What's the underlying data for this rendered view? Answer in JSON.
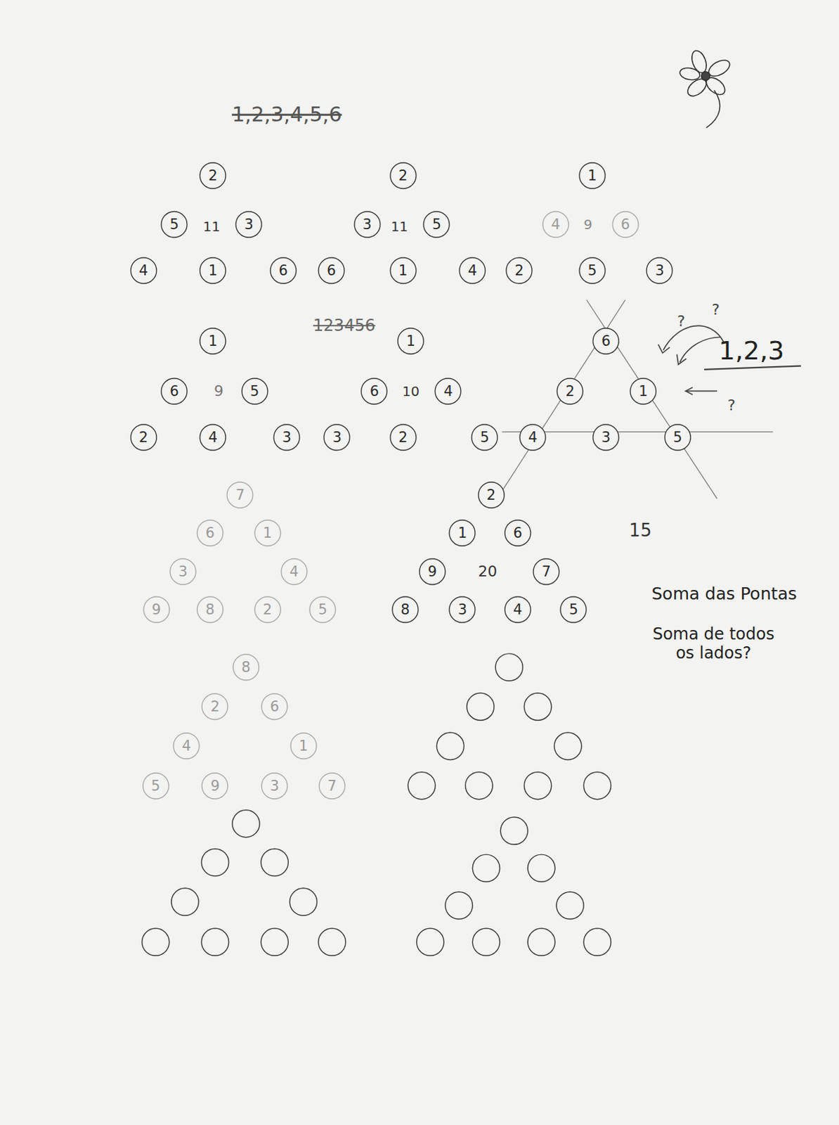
{
  "diagram": {
    "nodes": [
      {
        "text": [
          "2"
        ]
      },
      {
        "text": [
          "5"
        ]
      },
      {
        "text": [
          "3"
        ]
      },
      {
        "text": [
          "4"
        ]
      },
      {
        "text": [
          "1"
        ]
      },
      {
        "text": [
          "6"
        ]
      },
      {
        "text": [
          "2"
        ]
      },
      {
        "text": [
          "3"
        ]
      },
      {
        "text": [
          "5"
        ]
      },
      {
        "text": [
          "6"
        ]
      },
      {
        "text": [
          "1"
        ]
      },
      {
        "text": [
          "4"
        ]
      },
      {
        "text": [
          "1"
        ]
      },
      {
        "text": [
          "4"
        ]
      },
      {
        "text": [
          "6"
        ]
      },
      {
        "text": [
          "2"
        ]
      },
      {
        "text": [
          "5"
        ]
      },
      {
        "text": [
          "3"
        ]
      },
      {
        "text": [
          "1"
        ]
      },
      {
        "text": [
          "6"
        ]
      },
      {
        "text": [
          "5"
        ]
      },
      {
        "text": [
          "2"
        ]
      },
      {
        "text": [
          "4"
        ]
      },
      {
        "text": [
          "3"
        ]
      },
      {
        "text": [
          "1"
        ]
      },
      {
        "text": [
          "6"
        ]
      },
      {
        "text": [
          "4"
        ]
      },
      {
        "text": [
          "3"
        ]
      },
      {
        "text": [
          "2"
        ]
      },
      {
        "text": [
          "5"
        ]
      },
      {
        "text": [
          "6"
        ]
      },
      {
        "text": [
          "2"
        ]
      },
      {
        "text": [
          "1"
        ]
      },
      {
        "text": [
          "4"
        ]
      },
      {
        "text": [
          "3"
        ]
      },
      {
        "text": [
          "5"
        ]
      },
      {
        "text": [
          "7"
        ]
      },
      {
        "text": [
          "6"
        ]
      },
      {
        "text": [
          "1"
        ]
      },
      {
        "text": [
          "3"
        ]
      },
      {
        "text": [
          "4"
        ]
      },
      {
        "text": [
          "9"
        ]
      },
      {
        "text": [
          "8"
        ]
      },
      {
        "text": [
          "2"
        ]
      },
      {
        "text": [
          "5"
        ]
      },
      {
        "text": [
          "2"
        ]
      },
      {
        "text": [
          "1"
        ]
      },
      {
        "text": [
          "6"
        ]
      },
      {
        "text": [
          "9"
        ]
      },
      {
        "text": [
          "7"
        ]
      },
      {
        "text": [
          "8"
        ]
      },
      {
        "text": [
          "3"
        ]
      },
      {
        "text": [
          "4"
        ]
      },
      {
        "text": [
          "5"
        ]
      },
      {
        "text": [
          "8"
        ]
      },
      {
        "text": [
          "2"
        ]
      },
      {
        "text": [
          "6"
        ]
      },
      {
        "text": [
          "4"
        ]
      },
      {
        "text": [
          "1"
        ]
      },
      {
        "text": [
          "5"
        ]
      },
      {
        "text": [
          "9"
        ]
      },
      {
        "text": [
          "3"
        ]
      },
      {
        "text": [
          "7"
        ]
      }
    ],
    "labels": [
      "1,2,3,4,5,6",
      "11",
      "11",
      "9",
      "123456",
      "9",
      "10",
      "?",
      "?",
      "1,2,3",
      "?",
      "20",
      "15",
      "Soma das Pontas",
      "Soma de todos os lados?"
    ]
  }
}
